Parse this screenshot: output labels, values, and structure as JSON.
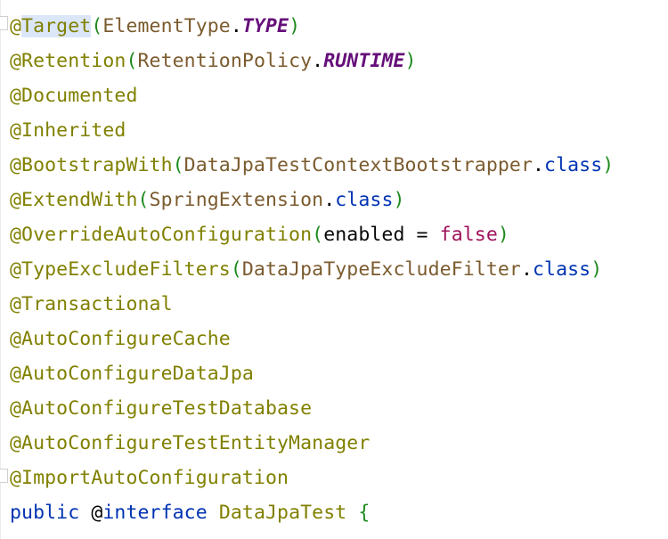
{
  "editor": {
    "language": "Java",
    "highlighted_word": "Target",
    "lines": [
      {
        "tokens": [
          {
            "t": "@",
            "c": "ann"
          },
          {
            "t": "Target",
            "c": "ann hl"
          },
          {
            "t": "(",
            "c": "paren"
          },
          {
            "t": "ElementType",
            "c": "type"
          },
          {
            "t": ".",
            "c": "punct"
          },
          {
            "t": "TYPE",
            "c": "enumc"
          },
          {
            "t": ")",
            "c": "paren"
          }
        ]
      },
      {
        "tokens": [
          {
            "t": "@Retention",
            "c": "ann"
          },
          {
            "t": "(",
            "c": "paren"
          },
          {
            "t": "RetentionPolicy",
            "c": "type"
          },
          {
            "t": ".",
            "c": "punct"
          },
          {
            "t": "RUNTIME",
            "c": "enumc"
          },
          {
            "t": ")",
            "c": "paren"
          }
        ]
      },
      {
        "tokens": [
          {
            "t": "@Documented",
            "c": "ann"
          }
        ]
      },
      {
        "tokens": [
          {
            "t": "@Inherited",
            "c": "ann"
          }
        ]
      },
      {
        "tokens": [
          {
            "t": "@BootstrapWith",
            "c": "ann"
          },
          {
            "t": "(",
            "c": "paren"
          },
          {
            "t": "DataJpaTestContextBootstrapper",
            "c": "type"
          },
          {
            "t": ".",
            "c": "punct"
          },
          {
            "t": "class",
            "c": "kw"
          },
          {
            "t": ")",
            "c": "paren"
          }
        ]
      },
      {
        "tokens": [
          {
            "t": "@ExtendWith",
            "c": "ann"
          },
          {
            "t": "(",
            "c": "paren"
          },
          {
            "t": "SpringExtension",
            "c": "type"
          },
          {
            "t": ".",
            "c": "punct"
          },
          {
            "t": "class",
            "c": "kw"
          },
          {
            "t": ")",
            "c": "paren"
          }
        ]
      },
      {
        "tokens": [
          {
            "t": "@OverrideAutoConfiguration",
            "c": "ann"
          },
          {
            "t": "(",
            "c": "paren"
          },
          {
            "t": "enabled = ",
            "c": "plain"
          },
          {
            "t": "false",
            "c": "bool"
          },
          {
            "t": ")",
            "c": "paren"
          }
        ]
      },
      {
        "tokens": [
          {
            "t": "@TypeExcludeFilters",
            "c": "ann"
          },
          {
            "t": "(",
            "c": "paren"
          },
          {
            "t": "DataJpaTypeExcludeFilter",
            "c": "type"
          },
          {
            "t": ".",
            "c": "punct"
          },
          {
            "t": "class",
            "c": "kw"
          },
          {
            "t": ")",
            "c": "paren"
          }
        ]
      },
      {
        "tokens": [
          {
            "t": "@Transactional",
            "c": "ann"
          }
        ]
      },
      {
        "tokens": [
          {
            "t": "@AutoConfigureCache",
            "c": "ann"
          }
        ]
      },
      {
        "tokens": [
          {
            "t": "@AutoConfigureDataJpa",
            "c": "ann"
          }
        ]
      },
      {
        "tokens": [
          {
            "t": "@AutoConfigureTestDatabase",
            "c": "ann"
          }
        ]
      },
      {
        "tokens": [
          {
            "t": "@AutoConfigureTestEntityManager",
            "c": "ann"
          }
        ]
      },
      {
        "tokens": [
          {
            "t": "@ImportAutoConfiguration",
            "c": "ann"
          }
        ]
      },
      {
        "tokens": [
          {
            "t": "public ",
            "c": "kw"
          },
          {
            "t": "@",
            "c": "punct"
          },
          {
            "t": "interface ",
            "c": "kw"
          },
          {
            "t": "DataJpaTest ",
            "c": "ann"
          },
          {
            "t": "{",
            "c": "brace"
          }
        ]
      }
    ]
  }
}
